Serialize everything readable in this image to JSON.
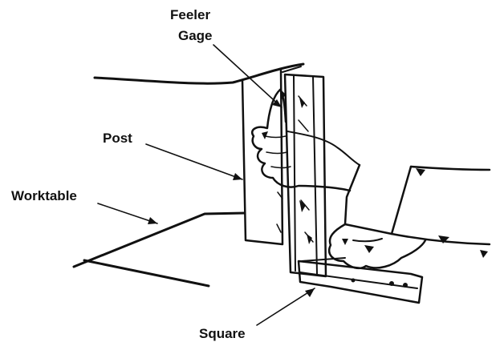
{
  "labels": {
    "feeler_gage_line1": "Feeler",
    "feeler_gage_line2": "Gage",
    "post": "Post",
    "worktable": "Worktable",
    "square": "Square"
  },
  "colors": {
    "ink": "#111111",
    "background": "#ffffff"
  }
}
